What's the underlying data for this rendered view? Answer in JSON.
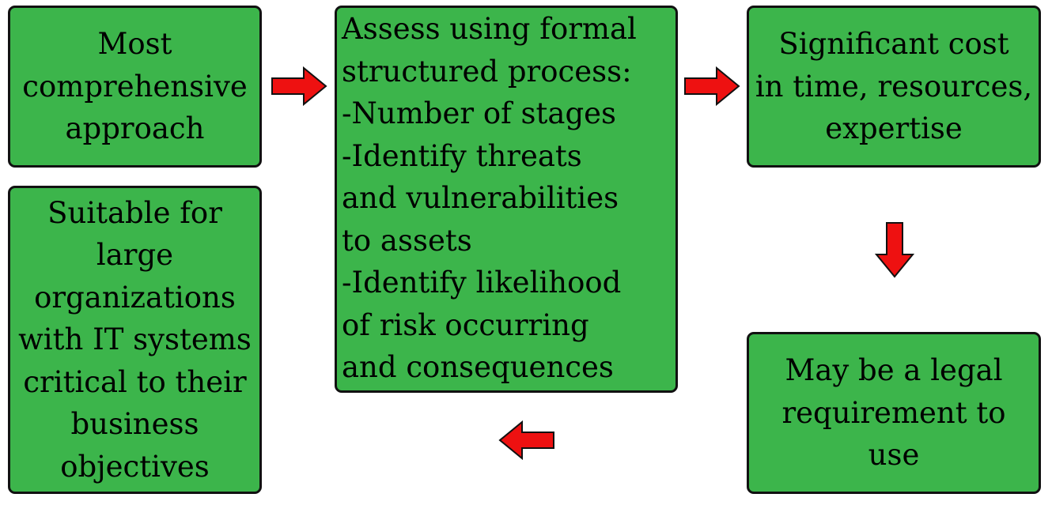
{
  "colors": {
    "box_fill": "#3cb54b",
    "box_border": "#111111",
    "arrow_fill": "#ee1111",
    "arrow_stroke": "#111111"
  },
  "boxes": {
    "comprehensive": {
      "lines": [
        "Most",
        "comprehensive",
        "approach"
      ]
    },
    "formal_process": {
      "lines": [
        "Assess using formal",
        "structured process:",
        "-Number of stages",
        "-Identify threats",
        "and vulnerabilities",
        "to assets",
        "-Identify likelihood",
        "of risk occurring",
        "and consequences"
      ]
    },
    "cost": {
      "lines": [
        "Significant cost",
        "in time, resources,",
        "expertise"
      ]
    },
    "legal": {
      "lines": [
        "May be a legal",
        "requirement to",
        "use"
      ]
    },
    "suitable": {
      "lines": [
        "Suitable for",
        "large",
        "organizations",
        "with IT systems",
        "critical to their",
        "business",
        "objectives"
      ]
    }
  },
  "arrows": [
    {
      "id": "comprehensive-to-process",
      "direction": "right"
    },
    {
      "id": "process-to-cost",
      "direction": "right"
    },
    {
      "id": "cost-to-legal",
      "direction": "down"
    },
    {
      "id": "legal-to-process",
      "direction": "left"
    }
  ]
}
